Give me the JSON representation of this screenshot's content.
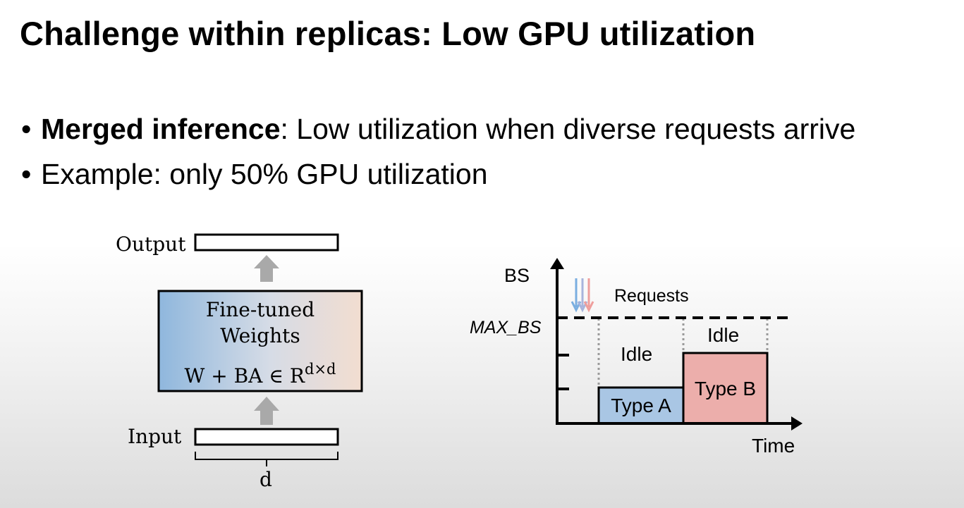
{
  "title": "Challenge within replicas: Low GPU utilization",
  "bullets": [
    {
      "bold": "Merged inference",
      "text": ": Low utilization when diverse requests arrive"
    },
    {
      "bold": "",
      "text": "Example: only 50% GPU utilization"
    }
  ],
  "left_diagram": {
    "output_label": "Output",
    "input_label": "Input",
    "dim_label": "d",
    "box_line1": "Fine-tuned",
    "box_line2": "Weights",
    "formula_main": "W + BA ∈ R",
    "formula_sup": "d×d"
  },
  "right_diagram": {
    "y_axis_label": "BS",
    "x_axis_label": "Time",
    "max_label": "MAX_BS",
    "requests_label": "Requests",
    "idle_label_1": "Idle",
    "idle_label_2": "Idle",
    "type_a_label": "Type A",
    "type_b_label": "Type B"
  },
  "colors": {
    "box_gradient_left": "#8fb7dd",
    "box_gradient_right": "#f2ddd0",
    "type_a_fill": "#a9c6e4",
    "type_b_fill": "#ecaeab",
    "arrow_gray": "#a9a9a9",
    "request_blue": "#7aaee0",
    "request_pink": "#ee9e9c"
  }
}
